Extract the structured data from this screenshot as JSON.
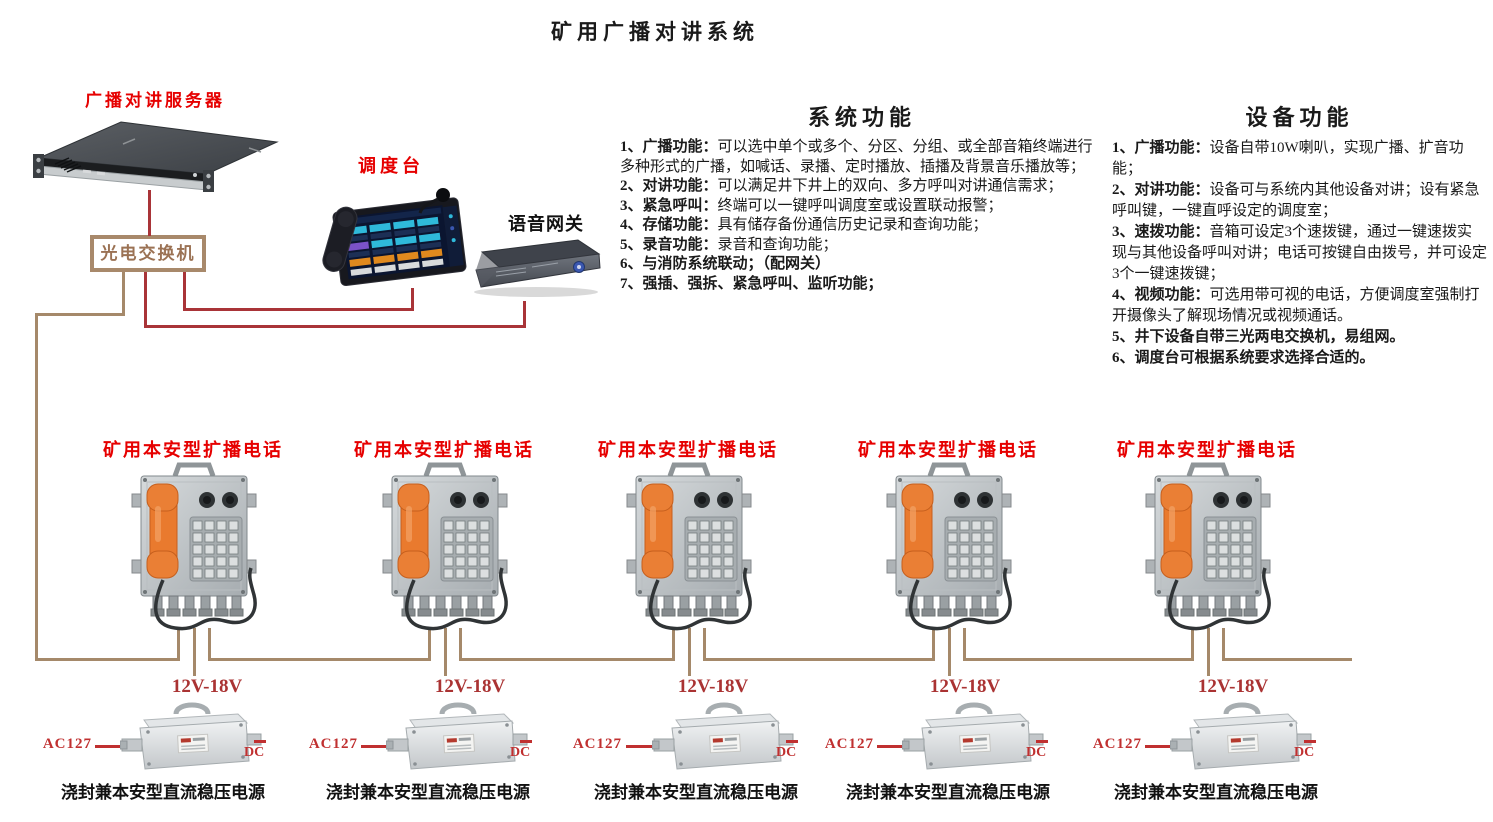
{
  "title": "矿用广播对讲系统",
  "labels": {
    "server": "广播对讲服务器",
    "dispatch_console": "调度台",
    "voice_gateway": "语音网关",
    "optical_switch": "光电交换机"
  },
  "system_functions": {
    "heading": "系统功能",
    "items": [
      {
        "bold": "1、广播功能：",
        "text": "可以选中单个或多个、分区、分组、或全部音箱终端进行多种形式的广播，如喊话、录播、定时播放、插播及背景音乐播放等；"
      },
      {
        "bold": "2、对讲功能：",
        "text": "可以满足井下井上的双向、多方呼叫对讲通信需求；"
      },
      {
        "bold": "3、紧急呼叫：",
        "text": "终端可以一键呼叫调度室或设置联动报警；"
      },
      {
        "bold": "4、存储功能：",
        "text": "具有储存备份通信历史记录和查询功能；"
      },
      {
        "bold": "5、录音功能：",
        "text": "录音和查询功能；"
      },
      {
        "bold": "6、与消防系统联动；（配网关）",
        "text": ""
      },
      {
        "bold": "7、强插、强拆、紧急呼叫、监听功能；",
        "text": ""
      }
    ]
  },
  "device_functions": {
    "heading": "设备功能",
    "items": [
      {
        "bold": "1、广播功能：",
        "text": "设备自带10W喇叭，实现广播、扩音功能；"
      },
      {
        "bold": "2、对讲功能：",
        "text": "设备可与系统内其他设备对讲；设有紧急呼叫键，一键直呼设定的调度室；"
      },
      {
        "bold": "3、速拨功能：",
        "text": "音箱可设定3个速拨键，通过一键速拨实现与其他设备呼叫对讲；电话可按键自由拨号，并可设定3个一键速拨键；"
      },
      {
        "bold": "4、视频功能：",
        "text": "可选用带可视的电话，方便调度室强制打开摄像头了解现场情况或视频通话。"
      },
      {
        "bold": "5、井下设备自带三光两电交换机，易组网。",
        "text": ""
      },
      {
        "bold": "6、调度台可根据系统要求选择合适的。",
        "text": ""
      }
    ]
  },
  "phone": {
    "label": "矿用本安型扩播电话"
  },
  "power": {
    "voltage": "12V-18V",
    "ac": "AC127",
    "dc": "DC",
    "label": "浇封兼本安型直流稳压电源"
  },
  "colors": {
    "red_label": "#e60000",
    "connection_red": "#a93438",
    "connection_brown": "#a5896a",
    "voltage_red": "#aa3333",
    "ac_dc_red": "#c03030",
    "switch_box_brown": "#a8896b"
  }
}
